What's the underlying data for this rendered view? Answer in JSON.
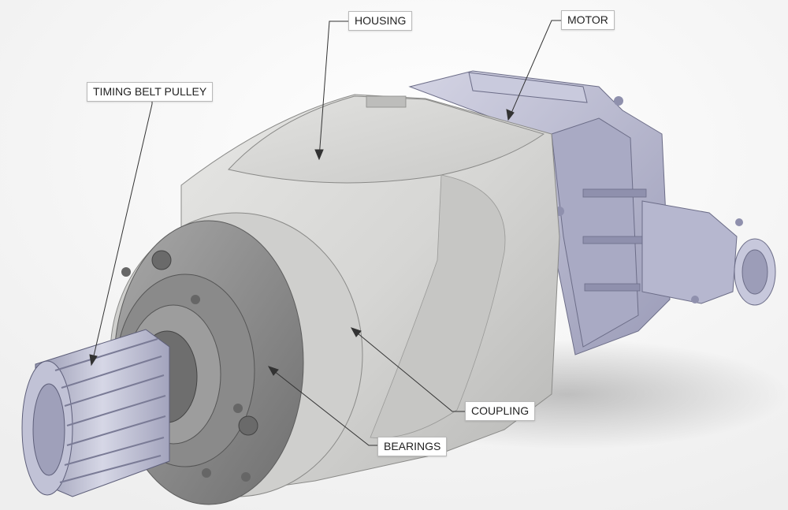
{
  "callouts": {
    "housing": "HOUSING",
    "motor": "MOTOR",
    "timing_belt_pulley": "TIMING BELT PULLEY",
    "coupling": "COUPLING",
    "bearings": "BEARINGS"
  },
  "colors": {
    "housing": "#d8d8d6",
    "housing_shadow": "#b9b9b7",
    "motor": "#b8b9d0",
    "motor_dark": "#8f90ad",
    "flange": "#8f8f8f",
    "pulley": "#c4c6d8",
    "leader": "#333333"
  }
}
